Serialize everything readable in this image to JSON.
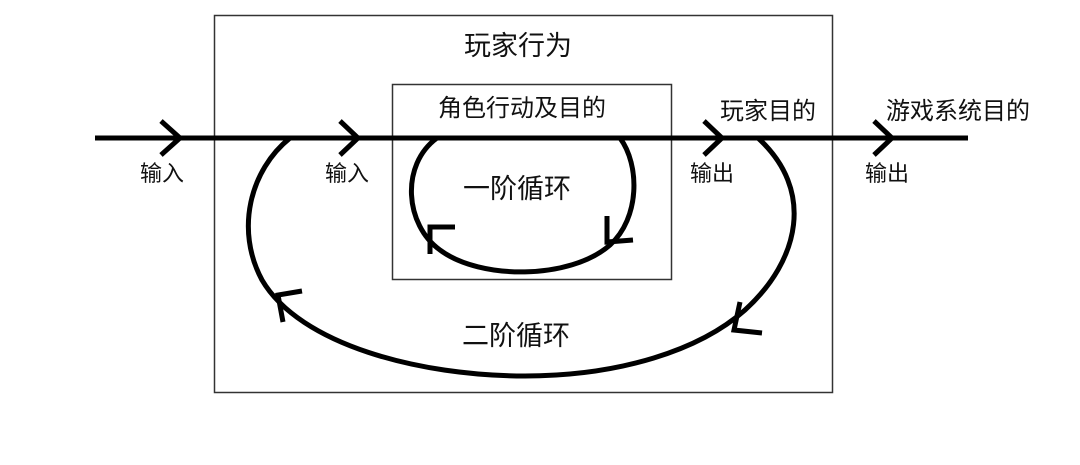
{
  "diagram": {
    "outer_box_label": "玩家行为",
    "inner_box_label": "角色行动及目的",
    "first_order_loop_label": "一阶循环",
    "second_order_loop_label": "二阶循环",
    "flow_labels": {
      "input_outer": "输入",
      "input_inner": "输入",
      "output_inner": "输出",
      "output_outer": "输出"
    },
    "goal_labels": {
      "player_goal": "玩家目的",
      "system_goal": "游戏系统目的"
    },
    "colors": {
      "stroke": "#000000",
      "box_border": "#333333",
      "background": "#ffffff"
    }
  }
}
